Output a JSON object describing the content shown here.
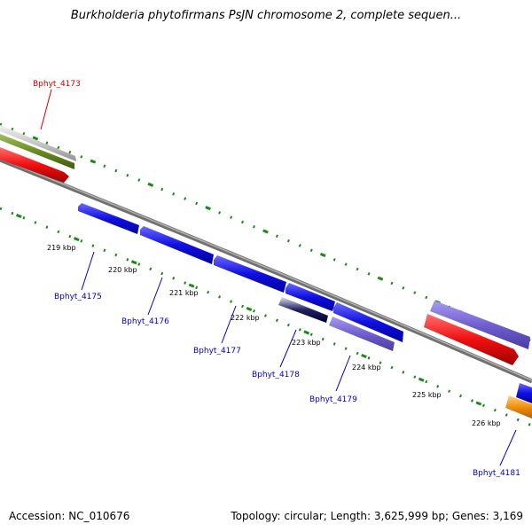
{
  "title": "Burkholderia phytofirmans PsJN chromosome 2, complete sequen...",
  "accession": "Accession: NC_010676",
  "topology": "Topology: circular; Length: 3,625,999 bp; Genes: 3,169",
  "kbp_labels": [
    "219 kbp",
    "220 kbp",
    "221 kbp",
    "222 kbp",
    "223 kbp",
    "224 kbp",
    "225 kbp",
    "226 kbp"
  ],
  "gene_labels": [
    "Bphyt_4173",
    "Bphyt_4175",
    "Bphyt_4176",
    "Bphyt_4177",
    "Bphyt_4178",
    "Bphyt_4179",
    "Bphyt_4181"
  ],
  "colors": {
    "forward_gene": "#1010e0",
    "reverse_gene": "#7060d0",
    "highlight_gene": "#ee1010",
    "rna_gene": "#6a8a20",
    "orange_gene": "#f09010",
    "backbone": "#808080",
    "tick": "#1a8a1a",
    "label_blue": "#0000cc",
    "label_red": "#cc0000"
  }
}
